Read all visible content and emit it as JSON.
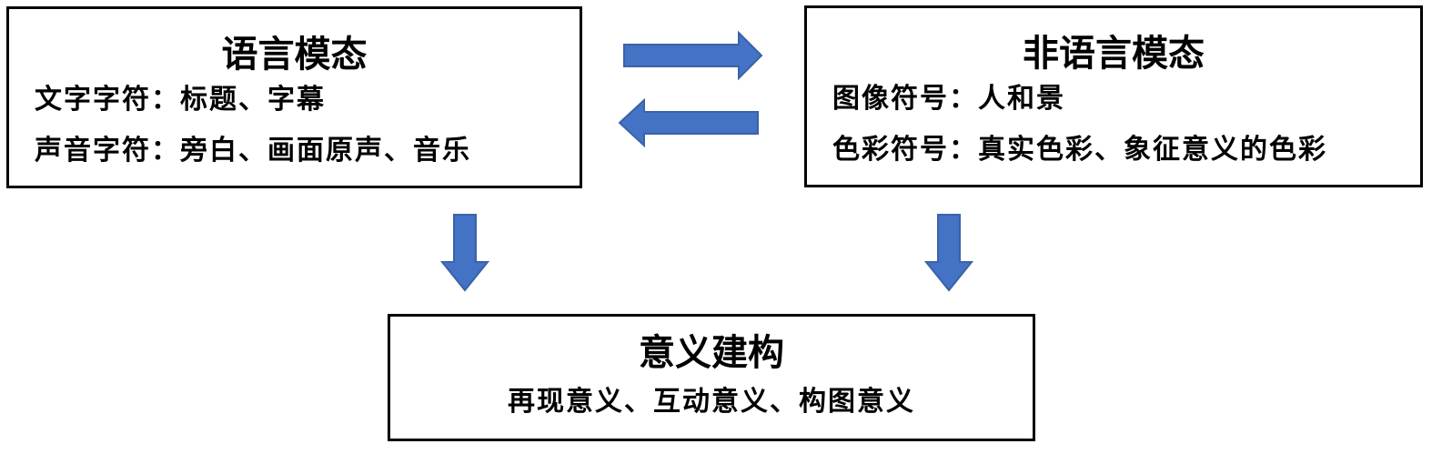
{
  "colors": {
    "arrow_fill": "#4472C4",
    "arrow_stroke": "#3A62A8",
    "box_border": "#000000",
    "text": "#000000"
  },
  "language_modality": {
    "title": "语言模态",
    "lines": [
      "文字字符：标题、字幕",
      "声音字符：旁白、画面原声、音乐"
    ]
  },
  "nonlanguage_modality": {
    "title": "非语言模态",
    "lines": [
      "图像符号：人和景",
      "色彩符号：真实色彩、象征意义的色彩"
    ]
  },
  "meaning_construction": {
    "title": "意义建构",
    "lines": [
      "再现意义、互动意义、构图意义"
    ]
  },
  "arrows": [
    {
      "name": "arrow-right",
      "direction": "right",
      "from": "language_modality",
      "to": "nonlanguage_modality"
    },
    {
      "name": "arrow-left",
      "direction": "left",
      "from": "nonlanguage_modality",
      "to": "language_modality"
    },
    {
      "name": "arrow-down-left",
      "direction": "down",
      "from": "language_modality",
      "to": "meaning_construction"
    },
    {
      "name": "arrow-down-right",
      "direction": "down",
      "from": "nonlanguage_modality",
      "to": "meaning_construction"
    }
  ]
}
